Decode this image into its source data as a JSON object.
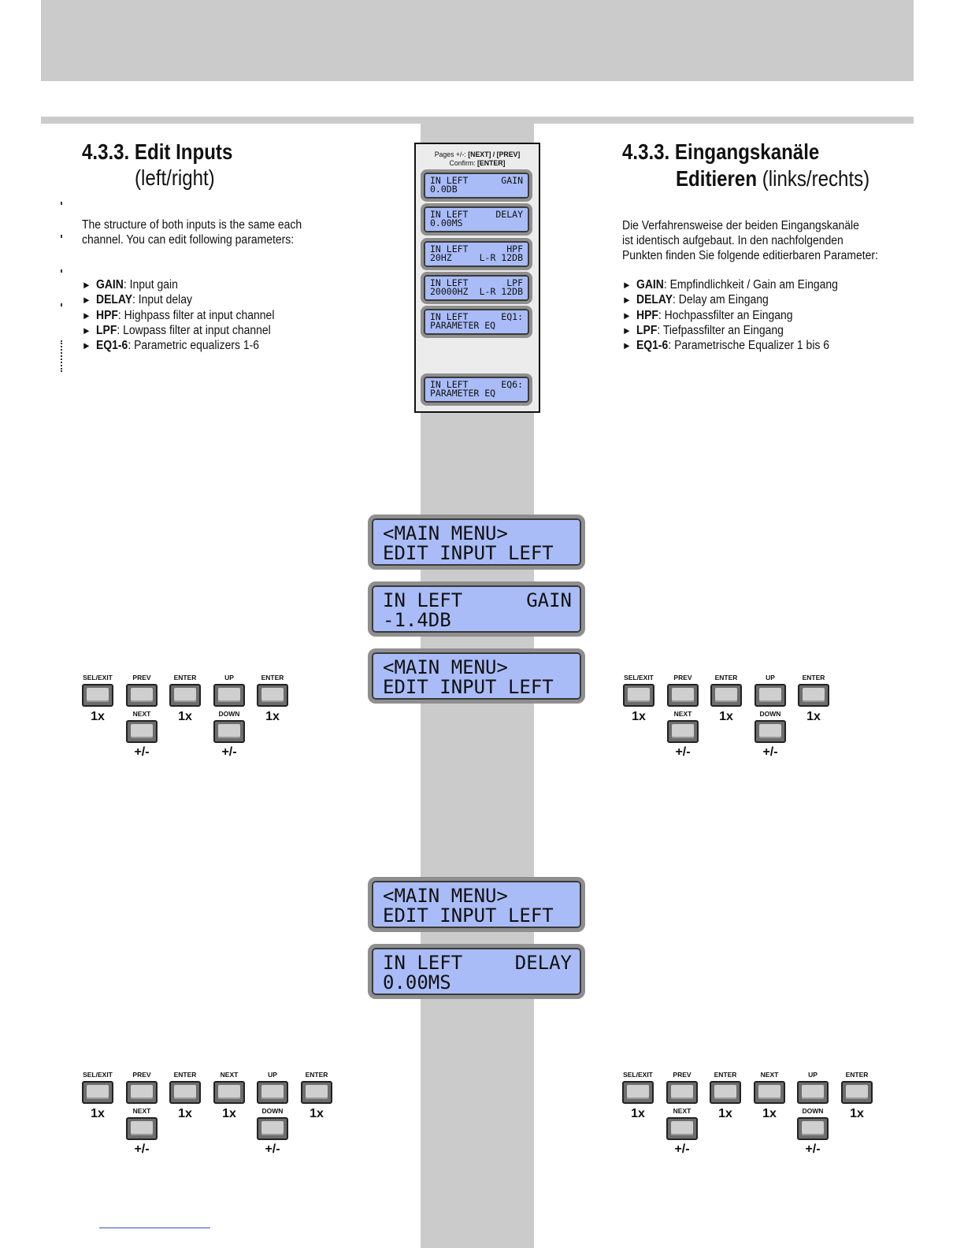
{
  "left": {
    "heading": "4.3.3. Edit Inputs",
    "subheading": "(left/right)",
    "intro": [
      "The structure of both inputs is the same each",
      "channel. You can edit following parameters:"
    ],
    "bullets": [
      {
        "term": "GAIN",
        "text": ": Input gain"
      },
      {
        "term": "DELAY",
        "text": ": Input delay"
      },
      {
        "term": "HPF",
        "text": ": Highpass filter at input channel"
      },
      {
        "term": "LPF",
        "text": ": Lowpass filter at input channel"
      },
      {
        "term": "EQ1-6",
        "text": ": Parametric equalizers 1-6"
      }
    ]
  },
  "right": {
    "heading_1": "4.3.3. Eingangskanäle",
    "heading_2_bold": "Editieren",
    "heading_2_light": " (links/rechts)",
    "intro": [
      "Die Verfahrensweise der beiden Eingangskanäle",
      "ist identisch aufgebaut. In den nachfolgenden",
      "Punkten finden Sie folgende editierbaren Parameter:"
    ],
    "bullets": [
      {
        "term": "GAIN",
        "text": ": Empfindlichkeit / Gain am Eingang"
      },
      {
        "term": "DELAY",
        "text": ": Delay am Eingang"
      },
      {
        "term": "HPF",
        "text": ": Hochpassfilter an Eingang"
      },
      {
        "term": "LPF",
        "text": ": Tiefpassfilter an Eingang"
      },
      {
        "term": "EQ1-6",
        "text": ": Parametrische Equalizer 1 bis 6"
      }
    ]
  },
  "bullet_glyph": "►",
  "panel": {
    "pages_label": "Pages +/-: ",
    "pages_keys": "[NEXT] / [PREV]",
    "confirm_label": "Confirm: ",
    "confirm_key": "[ENTER]",
    "screens": [
      {
        "l1": "IN LEFT",
        "r1": "GAIN",
        "l2": "0.0DB",
        "r2": ""
      },
      {
        "l1": "IN LEFT",
        "r1": "DELAY",
        "l2": "0.00MS",
        "r2": ""
      },
      {
        "l1": "IN LEFT",
        "r1": "HPF",
        "l2": "20HZ",
        "r2": "L-R 12DB"
      },
      {
        "l1": "IN LEFT",
        "r1": "LPF",
        "l2": "20000HZ",
        "r2": "L-R 12DB"
      },
      {
        "l1": "IN LEFT",
        "r1": "EQ1:",
        "l2": "PARAMETER EQ",
        "r2": ""
      },
      {
        "l1": "IN LEFT",
        "r1": "EQ6:",
        "l2": "PARAMETER EQ",
        "r2": ""
      }
    ]
  },
  "big_screens": [
    {
      "l1": "<MAIN MENU>",
      "r1": "",
      "l2": "EDIT INPUT LEFT",
      "r2": ""
    },
    {
      "l1": "IN LEFT",
      "r1": "GAIN",
      "l2": "-1.4DB",
      "r2": ""
    },
    {
      "l1": "<MAIN MENU>",
      "r1": "",
      "l2": "EDIT INPUT LEFT",
      "r2": ""
    },
    {
      "l1": "<MAIN MENU>",
      "r1": "",
      "l2": "EDIT INPUT LEFT",
      "r2": ""
    },
    {
      "l1": "IN LEFT",
      "r1": "DELAY",
      "l2": "0.00MS",
      "r2": ""
    }
  ],
  "keypad1": {
    "top": [
      {
        "label": "SEL/EXIT",
        "count": "1x"
      },
      {
        "label": "PREV",
        "count": ""
      },
      {
        "label": "ENTER",
        "count": "1x"
      },
      {
        "label": "UP",
        "count": ""
      },
      {
        "label": "ENTER",
        "count": "1x"
      }
    ],
    "bottom": [
      {
        "slot": 1,
        "label": "NEXT",
        "count": "+/-"
      },
      {
        "slot": 3,
        "label": "DOWN",
        "count": "+/-"
      }
    ]
  },
  "keypad2": {
    "top": [
      {
        "label": "SEL/EXIT",
        "count": "1x"
      },
      {
        "label": "PREV",
        "count": ""
      },
      {
        "label": "ENTER",
        "count": "1x"
      },
      {
        "label": "NEXT",
        "count": "1x"
      },
      {
        "label": "UP",
        "count": ""
      },
      {
        "label": "ENTER",
        "count": "1x"
      }
    ],
    "bottom": [
      {
        "slot": 1,
        "label": "NEXT",
        "count": "+/-"
      },
      {
        "slot": 4,
        "label": "DOWN",
        "count": "+/-"
      }
    ]
  }
}
